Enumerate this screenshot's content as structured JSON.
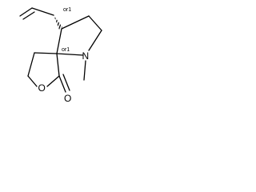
{
  "molecule": {
    "atoms": {
      "N": "N",
      "O_ring": "O",
      "O_carbonyl": "O"
    },
    "stereo": {
      "c4": "or1",
      "c5": "or1"
    }
  }
}
